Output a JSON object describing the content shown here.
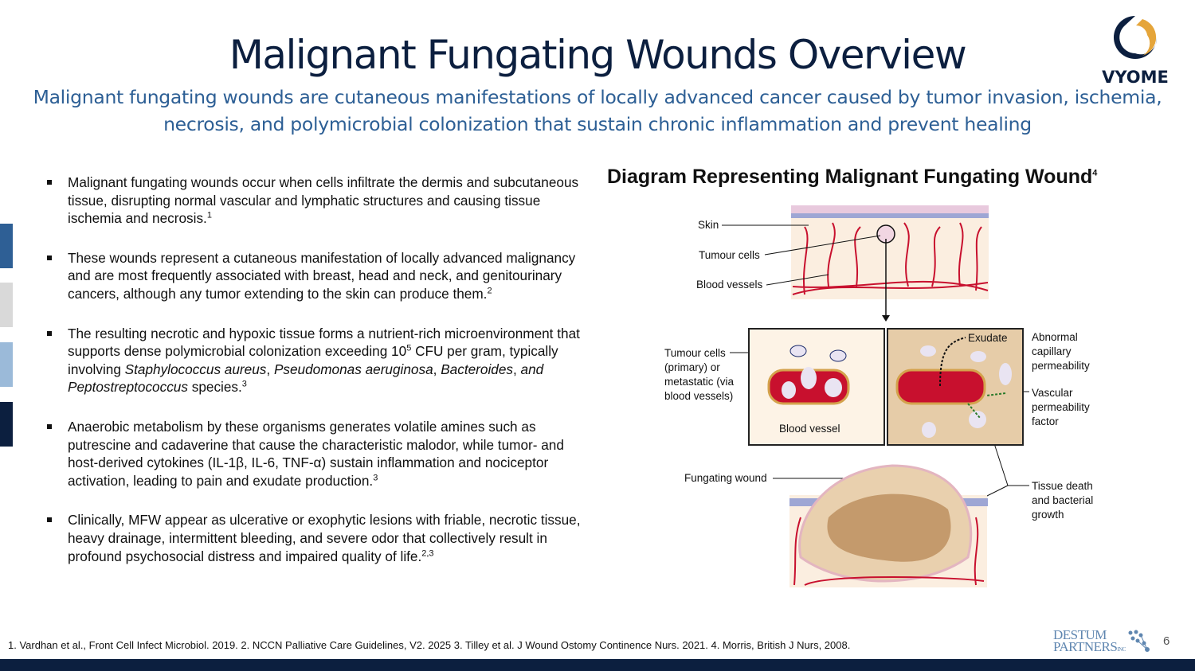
{
  "title": "Malignant Fungating Wounds Overview",
  "subtitle": "Malignant fungating wounds are cutaneous manifestations of locally advanced cancer caused by tumor invasion, ischemia, necrosis, and polymicrobial colonization that sustain chronic inflammation and prevent healing",
  "logo": {
    "text": "VYOME",
    "colors": {
      "navy": "#0c1f3f",
      "gold": "#e5a53a"
    }
  },
  "sidebar_colors": [
    "#2e5f95",
    "#d9d9d9",
    "#9bbad9",
    "#0c1f3f"
  ],
  "bullets": [
    {
      "text": "Malignant fungating wounds occur when cells infiltrate the dermis and subcutaneous tissue, disrupting normal vascular and lymphatic structures and causing tissue ischemia and necrosis.",
      "ref": "1"
    },
    {
      "text": "These wounds represent a cutaneous manifestation of locally advanced malignancy and are most frequently associated with breast, head and neck, and genitourinary cancers, although any tumor extending to the skin can produce them.",
      "ref": "2"
    },
    {
      "p1": "The resulting necrotic and hypoxic tissue forms a nutrient-rich microenvironment that supports dense polymicrobial colonization exceeding 10",
      "exp": "5",
      "p2": " CFU per gram, typically involving ",
      "i1": "Staphylococcus aureus",
      "c1": ", ",
      "i2": "Pseudomonas aeruginosa",
      "c2": ", ",
      "i3": "Bacteroides",
      "c3": ", ",
      "i4": "and Peptostreptococcus",
      "p3": " species.",
      "ref": "3"
    },
    {
      "text": "Anaerobic metabolism by these organisms generates volatile amines such as putrescine and cadaverine that cause the characteristic malodor, while tumor- and host-derived cytokines (IL-1β, IL-6, TNF-α) sustain inflammation and nociceptor activation, leading to pain and exudate production.",
      "ref": "3"
    },
    {
      "text": "Clinically, MFW appear as ulcerative or exophytic lesions with friable, necrotic tissue, heavy drainage, intermittent bleeding, and severe odor that collectively result in profound psychosocial distress and impaired quality of life.",
      "ref": "2,3"
    }
  ],
  "diagram": {
    "title": "Diagram Representing Malignant Fungating Wound",
    "title_ref": "4",
    "labels": {
      "skin": "Skin",
      "tumour_cells": "Tumour cells",
      "blood_vessels": "Blood vessels",
      "tumour_primary": "Tumour cells (primary) or metastatic (via blood vessels)",
      "blood_vessel": "Blood vessel",
      "exudate": "Exudate",
      "abnormal": "Abnormal capillary permeability",
      "vascular": "Vascular permeability factor",
      "fungating": "Fungating wound",
      "tissue_death": "Tissue death and bacterial growth"
    }
  },
  "references": "1. Vardhan et al., Front Cell Infect Microbiol. 2019. 2. NCCN Palliative Care Guidelines, V2. 2025 3. Tilley et al. J Wound Ostomy Continence Nurs. 2021. 4. Morris, British J Nurs, 2008.",
  "footer_logo": {
    "line1": "DESTUM",
    "line2": "PARTNERS",
    "suffix": "INC"
  },
  "page_number": "6"
}
